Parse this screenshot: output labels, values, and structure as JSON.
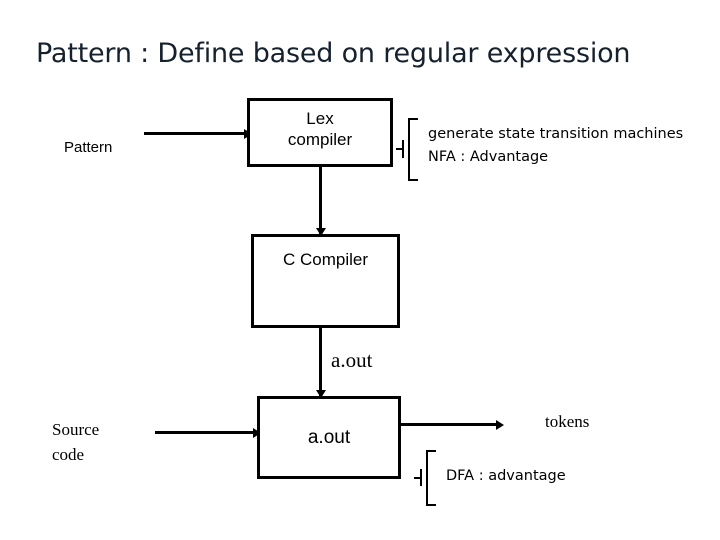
{
  "slide": {
    "title": "Pattern : Define based on regular expression",
    "background_color": "#ffffff",
    "title_color": "#16212e",
    "line_color": "#000000"
  },
  "diagram": {
    "boxes": [
      {
        "id": "lex-compiler",
        "label": "Lex\ncompiler"
      },
      {
        "id": "c-compiler",
        "label": "C Compiler"
      },
      {
        "id": "a-out",
        "label": "a.out"
      }
    ],
    "labels": {
      "pattern_input": "Pattern",
      "source_code_input": "Source\ncode",
      "aout_stream": "a.out",
      "tokens_output": "tokens"
    },
    "annotations": {
      "nfa_note": "generate state transition machines\nNFA : Advantage",
      "dfa_note": "DFA : advantage"
    }
  }
}
